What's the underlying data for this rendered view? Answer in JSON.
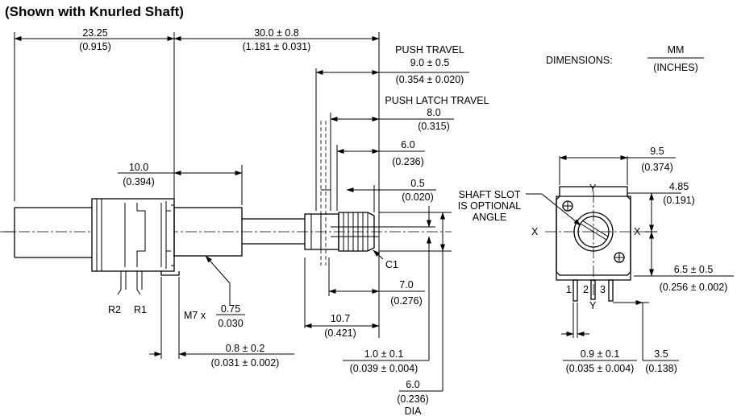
{
  "title": "(Shown with Knurled Shaft)",
  "legend": {
    "label": "DIMENSIONS:",
    "num": "MM",
    "den": "(INCHES)"
  },
  "side_view": {
    "d_total_mm": "23.25",
    "d_total_in": "(0.915)",
    "d_shaft_mm": "30.0 ± 0.8",
    "d_shaft_in": "(1.181 ± 0.031)",
    "push_travel_label": "PUSH TRAVEL",
    "push_travel_mm": "9.0 ± 0.5",
    "push_travel_in": "(0.354 ± 0.020)",
    "push_latch_label": "PUSH LATCH TRAVEL",
    "push_latch_mm": "8.0",
    "push_latch_in": "(0.315)",
    "d6_mm": "6.0",
    "d6_in": "(0.236)",
    "d05_mm": "0.5",
    "d05_in": "(0.020)",
    "d10_mm": "10.0",
    "d10_in": "(0.394)",
    "thread_prefix": "M7 x",
    "thread_num": "0.75",
    "thread_den": "0.030",
    "d08_mm": "0.8 ± 0.2",
    "d08_in": "(0.031 ± 0.002)",
    "d107_mm": "10.7",
    "d107_in": "(0.421)",
    "d70_mm": "7.0",
    "d70_in": "(0.276)",
    "d10b_mm": "1.0 ± 0.1",
    "d10b_in": "(0.039 ± 0.004)",
    "dia_mm": "6.0",
    "dia_in": "(0.236)",
    "dia_label": "DIA",
    "c1": "C1",
    "r2": "R2",
    "r1": "R1"
  },
  "front_view": {
    "slot_note": [
      "SHAFT SLOT",
      "IS OPTIONAL",
      "ANGLE"
    ],
    "d95_mm": "9.5",
    "d95_in": "(0.374)",
    "d485_mm": "4.85",
    "d485_in": "(0.191)",
    "d65_mm": "6.5 ± 0.5",
    "d65_in": "(0.256 ± 0.002)",
    "d09_mm": "0.9 ± 0.1",
    "d09_in": "(0.035 ± 0.004)",
    "d35_mm": "3.5",
    "d35_in": "(0.138)",
    "x": "X",
    "y": "Y",
    "p1": "1",
    "p2": "2",
    "p3": "3"
  }
}
